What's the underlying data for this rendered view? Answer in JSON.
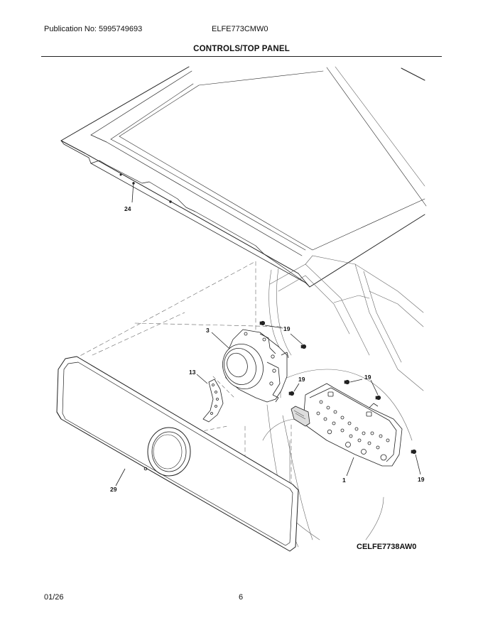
{
  "header": {
    "publication": "Publication No: 5995749693",
    "model": "ELFE773CMW0",
    "section_title": "CONTROLS/TOP PANEL"
  },
  "diagram": {
    "callouts": {
      "top_panel": "24",
      "knob_housing": "3",
      "encoder_strip": "13",
      "control_board": "1",
      "console_panel": "29",
      "screw_a": "19",
      "screw_b": "19",
      "screw_c": "19",
      "screw_d": "19"
    },
    "diagram_code": "CELFE7738AW0"
  },
  "footer": {
    "date": "01/26",
    "page": "6"
  }
}
